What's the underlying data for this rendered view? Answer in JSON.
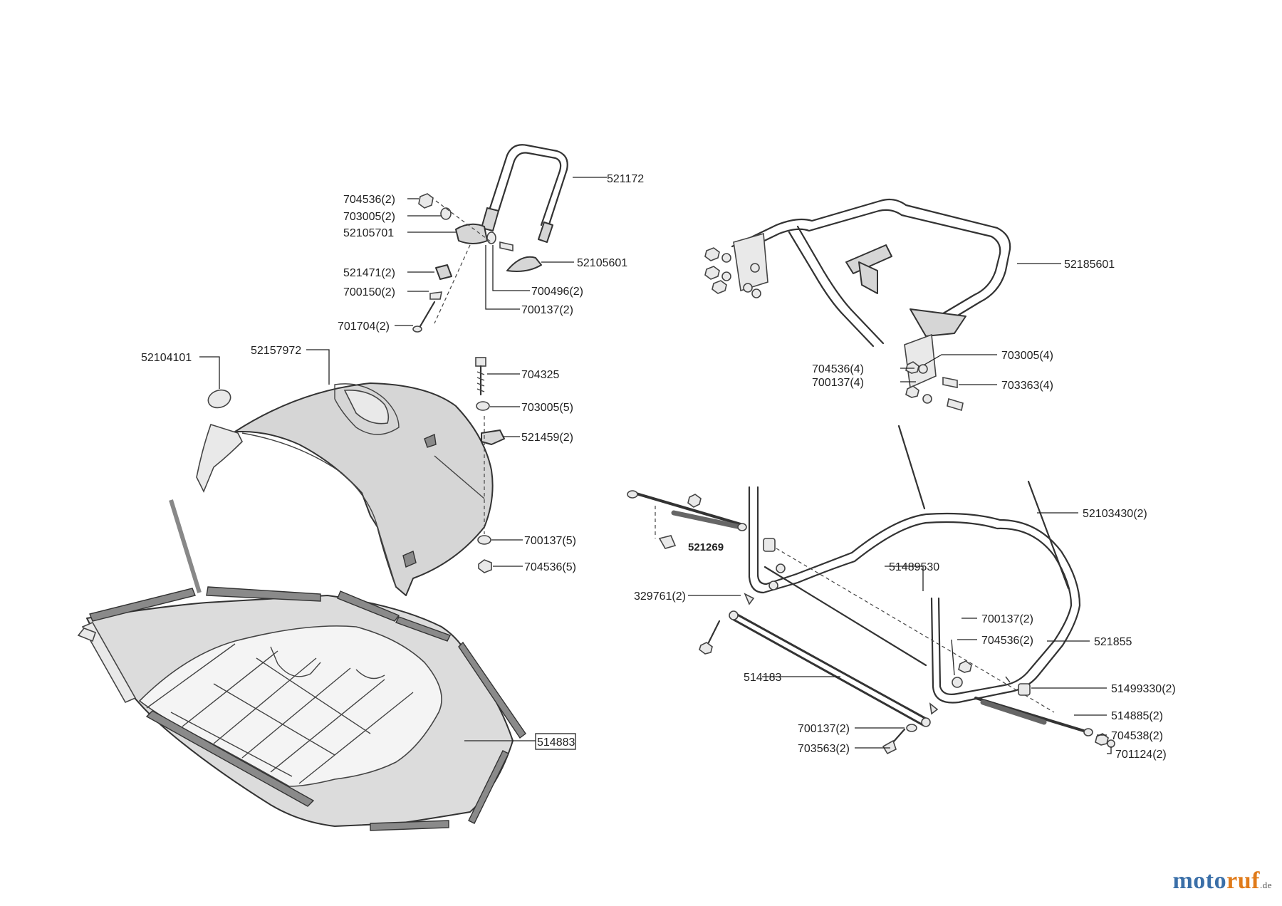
{
  "labels": {
    "l521172": "521172",
    "l704536_2": "704536(2)",
    "l703005_2": "703005(2)",
    "l52105701": "52105701",
    "l52105601": "52105601",
    "l521471_2": "521471(2)",
    "l700150_2": "700150(2)",
    "l700496_2": "700496(2)",
    "l700137_2a": "700137(2)",
    "l701704_2": "701704(2)",
    "l52104101": "52104101",
    "l52157972": "52157972",
    "l704325": "704325",
    "l703005_5": "703005(5)",
    "l521459_2": "521459(2)",
    "l700137_5": "700137(5)",
    "l704536_5": "704536(5)",
    "l514883": "514883",
    "l52185601": "52185601",
    "l704536_4": "704536(4)",
    "l700137_4": "700137(4)",
    "l703005_4": "703005(4)",
    "l703363_4": "703363(4)",
    "l52103430_2": "52103430(2)",
    "l521269": "521269",
    "l51489530": "51489530",
    "l329761_2": "329761(2)",
    "l700137_2b": "700137(2)",
    "l704536_2b": "704536(2)",
    "l521855": "521855",
    "l514183": "514183",
    "l51499330_2": "51499330(2)",
    "l514885_2": "514885(2)",
    "l700137_2c": "700137(2)",
    "l704538_2": "704538(2)",
    "l703563_2": "703563(2)",
    "l701124_2": "701124(2)"
  },
  "watermark": {
    "main": "motoruf",
    "first": "moto",
    "second": "ruf",
    "tld": ".de"
  },
  "colors": {
    "brand_blue": "#3a6fa8",
    "brand_orange": "#e07b1a",
    "line": "#333333",
    "fill": "#d6d6d6"
  }
}
